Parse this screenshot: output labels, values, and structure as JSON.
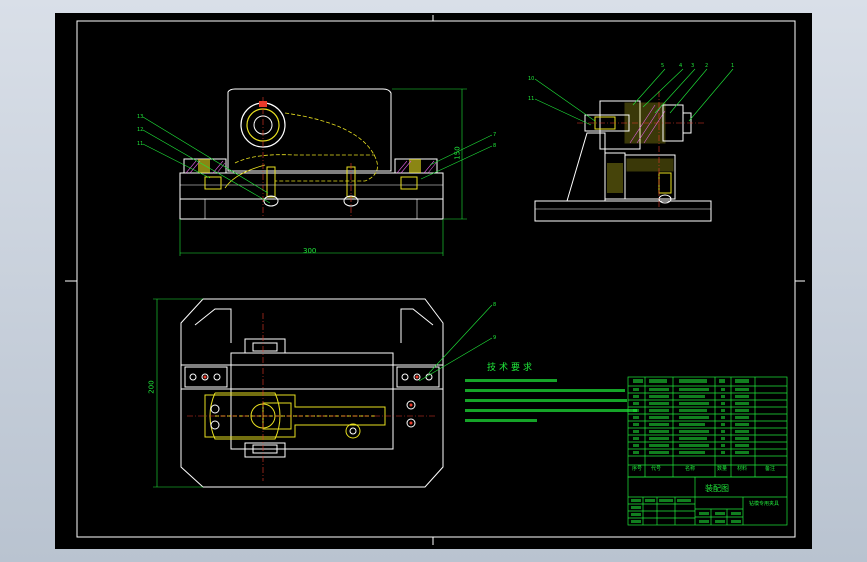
{
  "dimensions": {
    "front_width": "300",
    "front_height": "150",
    "plan_height": "200"
  },
  "tech_requirements": {
    "title": "技术要求"
  },
  "title_block": {
    "drawing_label": "装配图",
    "drawing_name": "钻模专用夹具"
  },
  "bom_header": {
    "col_no": "序号",
    "col_code": "代号",
    "col_name": "名称",
    "col_qty": "数量",
    "col_material": "材料",
    "col_note": "备注"
  },
  "colors": {
    "background": "#000000",
    "lines": "#ffffff",
    "annotation": "#1fe83a",
    "highlight": "#e8e020",
    "accent": "#e83a2a",
    "hidden": "#e060e0"
  }
}
